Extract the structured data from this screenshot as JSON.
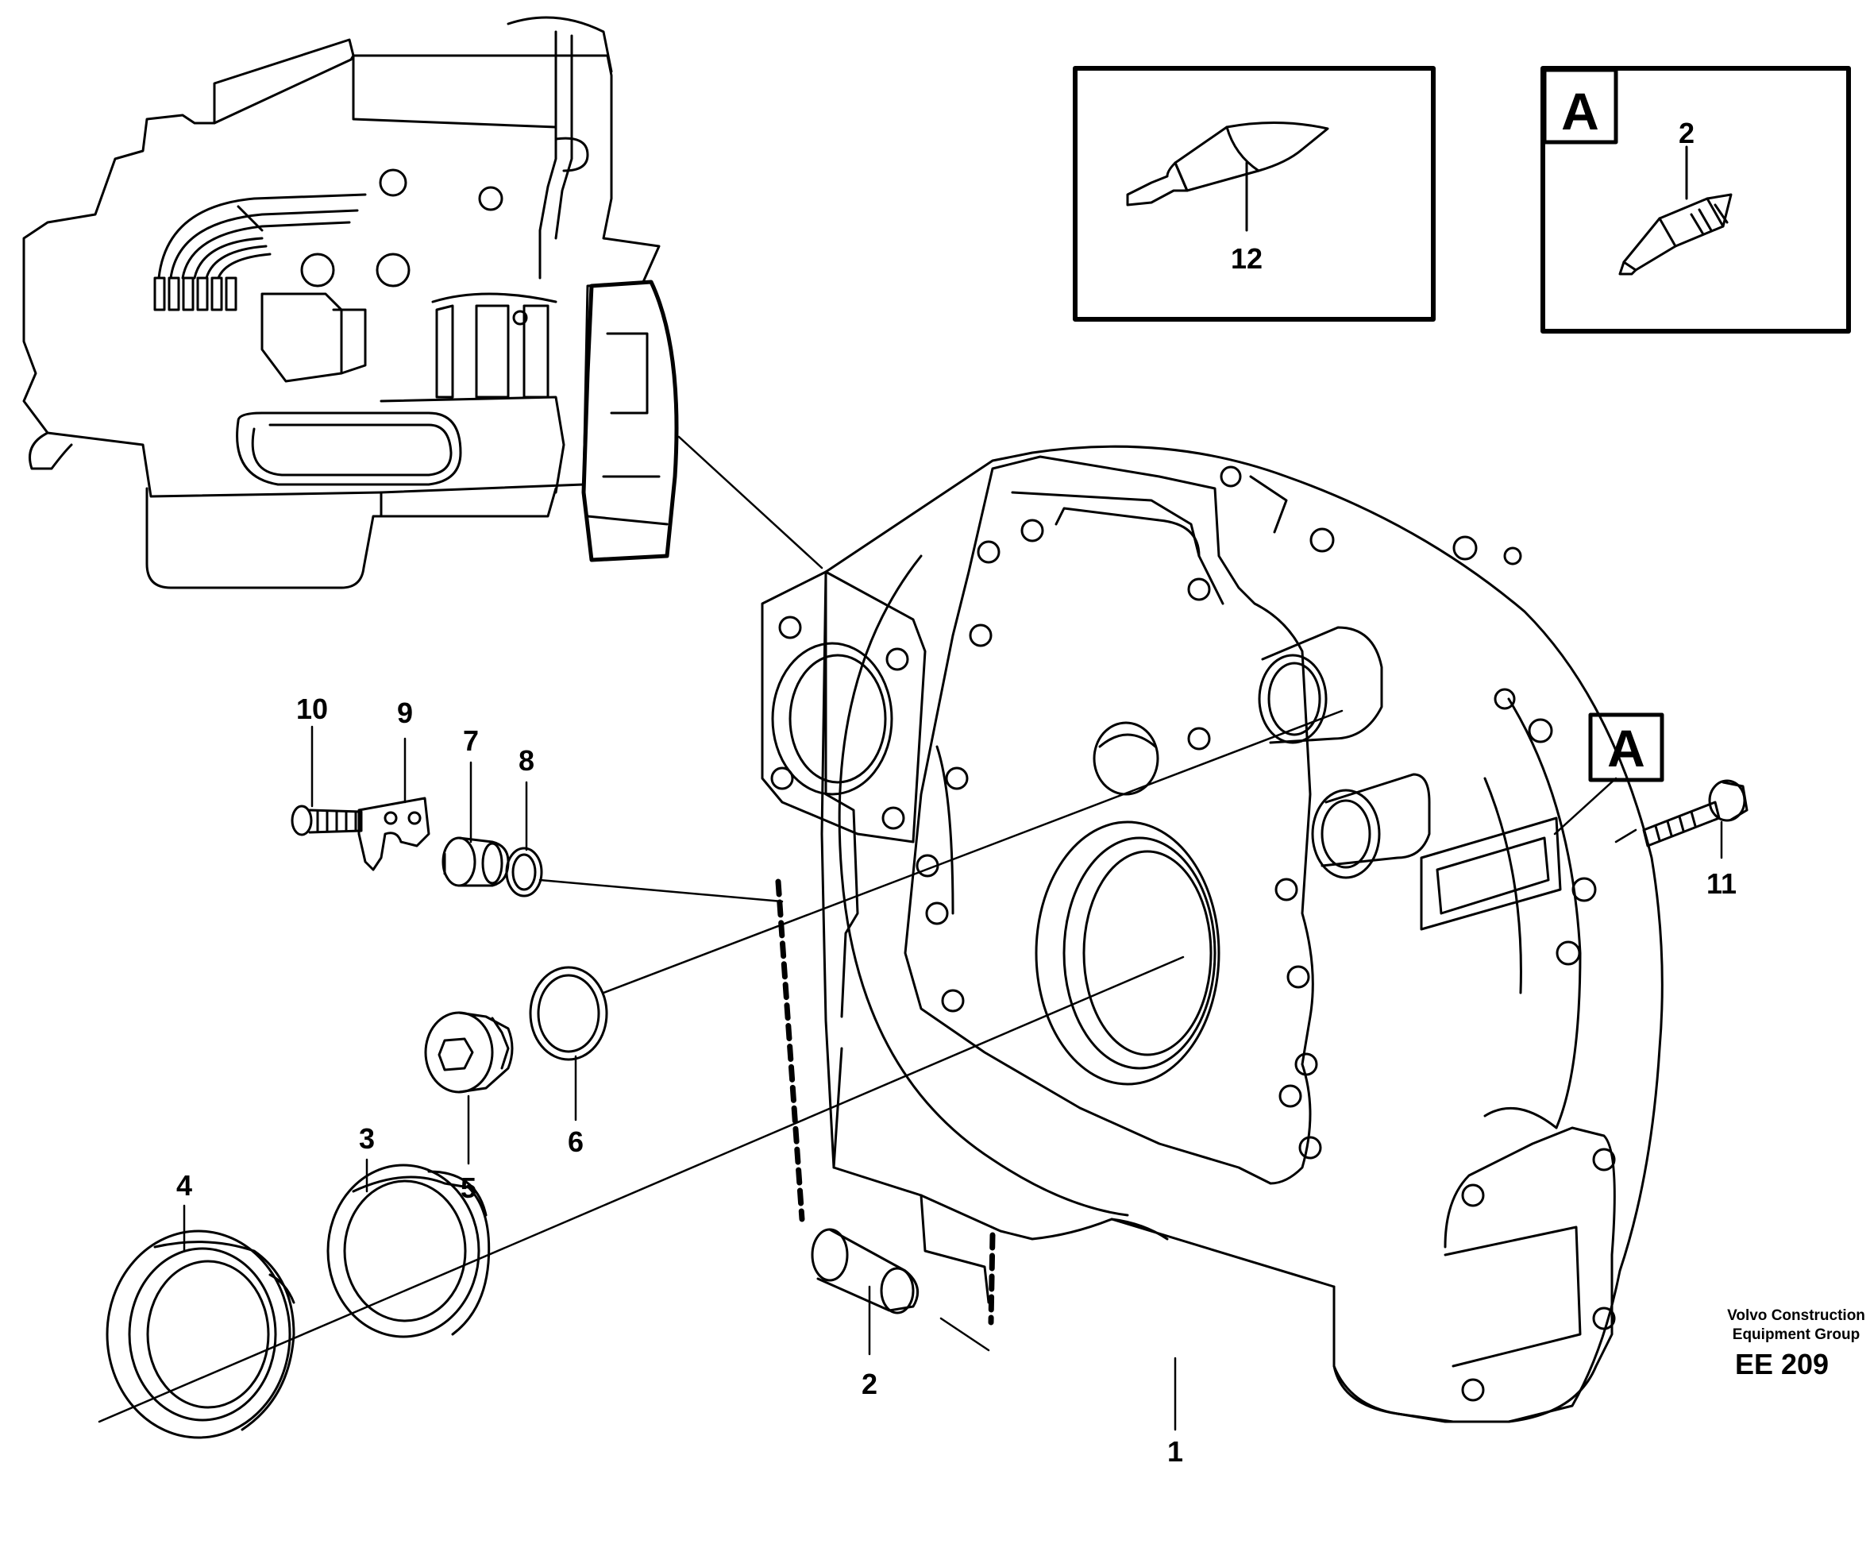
{
  "callouts": {
    "c1": "1",
    "c2": "2",
    "c2_inset": "2",
    "c3": "3",
    "c4": "4",
    "c5": "5",
    "c6": "6",
    "c7": "7",
    "c8": "8",
    "c9": "9",
    "c10": "10",
    "c11": "11",
    "c12": "12"
  },
  "detail_marker": {
    "inset_label": "A",
    "housing_label": "A"
  },
  "credit": {
    "line1": "Volvo Construction",
    "line2": "Equipment Group",
    "code": "EE 209"
  },
  "colors": {
    "ink": "#000000",
    "paper": "#ffffff"
  }
}
